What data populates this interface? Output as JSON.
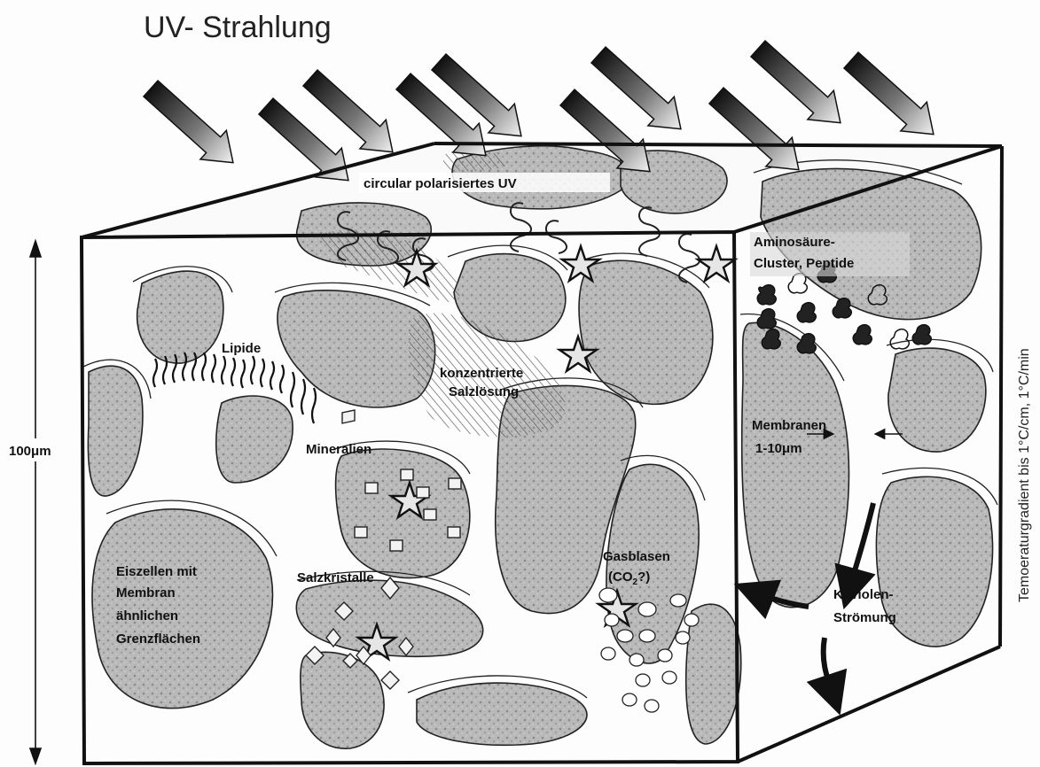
{
  "title": "UV- Strahlung",
  "labels": {
    "circular_uv": "circular polarisiertes UV",
    "amino_1": "Aminosäure-",
    "amino_2": "Cluster, Peptide",
    "lipide": "Lipide",
    "salt_1": "konzentrierte",
    "salt_2": "Salzlösung",
    "membranes_1": "Membranen",
    "membranes_2": "1-10μm",
    "minerals": "Mineralien",
    "scale": "100μm",
    "ice_1": "Eiszellen mit",
    "ice_2": "Membran",
    "ice_3": "ähnlichen",
    "ice_4": "Grenzflächen",
    "salt_crystals": "Salzkristalle",
    "gas_1": "Gasblasen",
    "gas_2": "(CO",
    "gas_2_sub": "2",
    "gas_2_end": "?)",
    "flow_1": "Kaviolen-",
    "flow_2": "Strömung",
    "gradient": "Temoeraturgradient bis 1°C/cm, 1°C/min"
  }
}
